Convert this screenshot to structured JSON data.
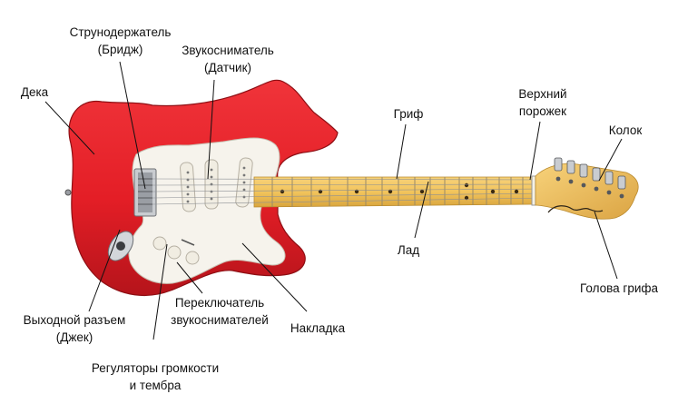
{
  "labels": {
    "bridge": {
      "line1": "Струнодержатель",
      "line2": "(Бридж)"
    },
    "pickup": {
      "line1": "Звукосниматель",
      "line2": "(Датчик)"
    },
    "body": {
      "line1": "Дека"
    },
    "neck": {
      "line1": "Гриф"
    },
    "nut": {
      "line1": "Верхний",
      "line2": "порожек"
    },
    "tuner": {
      "line1": "Колок"
    },
    "fret": {
      "line1": "Лад"
    },
    "headstock": {
      "line1": "Голова грифа"
    },
    "jack": {
      "line1": "Выходной разъем",
      "line2": "(Джек)"
    },
    "switch": {
      "line1": "Переключатель",
      "line2": "звукоснимателей"
    },
    "pickguard": {
      "line1": "Накладка"
    },
    "controls": {
      "line1": "Регуляторы громкости",
      "line2": "и тембра"
    }
  },
  "colors": {
    "body": "#e41e26",
    "body_edge": "#8e0f14",
    "pickguard": "#f6f3ec",
    "maple": "#f2c45c",
    "leader": "#111111"
  }
}
